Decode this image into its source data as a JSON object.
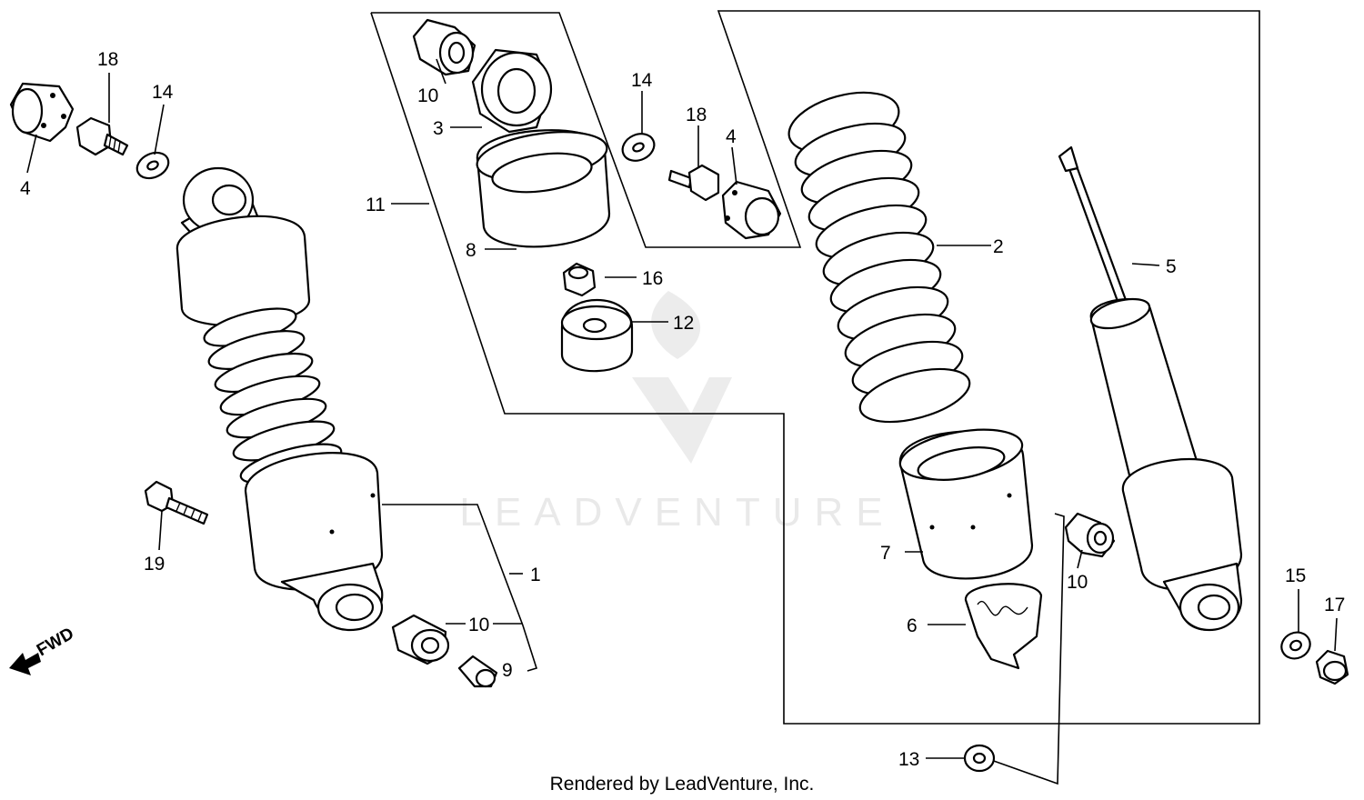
{
  "watermark": "LEADVENTURE",
  "direction_label": "FWD",
  "credit": "Rendered by LeadVenture, Inc.",
  "callouts": [
    {
      "id": "p1",
      "text": "1"
    },
    {
      "id": "p2",
      "text": "2"
    },
    {
      "id": "p3",
      "text": "3"
    },
    {
      "id": "p4a",
      "text": "4"
    },
    {
      "id": "p4b",
      "text": "4"
    },
    {
      "id": "p5",
      "text": "5"
    },
    {
      "id": "p6",
      "text": "6"
    },
    {
      "id": "p7",
      "text": "7"
    },
    {
      "id": "p8",
      "text": "8"
    },
    {
      "id": "p9",
      "text": "9"
    },
    {
      "id": "p10a",
      "text": "10"
    },
    {
      "id": "p10b",
      "text": "10"
    },
    {
      "id": "p10c",
      "text": "10"
    },
    {
      "id": "p11",
      "text": "11"
    },
    {
      "id": "p12",
      "text": "12"
    },
    {
      "id": "p13",
      "text": "13"
    },
    {
      "id": "p14a",
      "text": "14"
    },
    {
      "id": "p14b",
      "text": "14"
    },
    {
      "id": "p15",
      "text": "15"
    },
    {
      "id": "p16",
      "text": "16"
    },
    {
      "id": "p17",
      "text": "17"
    },
    {
      "id": "p18a",
      "text": "18"
    },
    {
      "id": "p18b",
      "text": "18"
    },
    {
      "id": "p19",
      "text": "19"
    }
  ]
}
